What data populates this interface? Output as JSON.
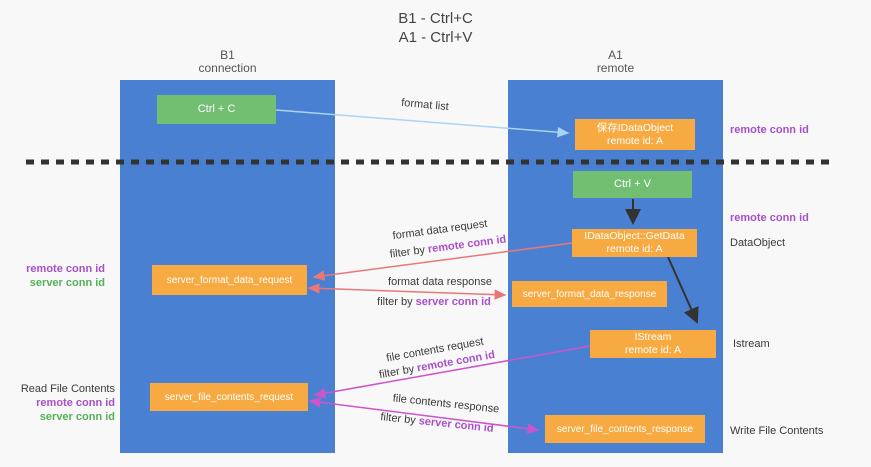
{
  "title": {
    "line1": "B1 - Ctrl+C",
    "line2": "A1 - Ctrl+V"
  },
  "lanes": {
    "left": {
      "title": "B1",
      "subtitle": "connection"
    },
    "right": {
      "title": "A1",
      "subtitle": "remote"
    }
  },
  "nodes": {
    "ctrl_c": "Ctrl + C",
    "ctrl_v": "Ctrl + V",
    "save_idataobject": {
      "line1": "保存IDataObject",
      "line2": "remote id: A"
    },
    "getdata": {
      "line1": "IDataObject::GetData",
      "line2": "remote id: A"
    },
    "istream": {
      "line1": "IStream",
      "line2": "remote id: A"
    },
    "server_format_data_request": "server_format_data_request",
    "server_format_data_response": "server_format_data_response",
    "server_file_contents_request": "server_file_contents_request",
    "server_file_contents_response": "server_file_contents_response"
  },
  "edge_labels": {
    "format_list": "format list",
    "format_data_request": {
      "text": "format data request",
      "filter_prefix": "filter by ",
      "filter_key": "remote conn id"
    },
    "format_data_response": {
      "text": "format data response",
      "filter_prefix": "filter by ",
      "filter_key": "server conn id"
    },
    "file_contents_request": {
      "text": "file contents request",
      "filter_prefix": "filter by ",
      "filter_key": "remote conn id"
    },
    "file_contents_response": {
      "text": "file contents response",
      "filter_prefix": "filter by ",
      "filter_key": "server conn id"
    }
  },
  "side_labels": {
    "right": {
      "remote_conn_id_top": "remote conn id",
      "remote_conn_id_mid": "remote conn id",
      "dataobject": "DataObject",
      "istream": "Istream",
      "write_file_contents": "Write File Contents"
    },
    "left": {
      "remote_conn_id_1": "remote conn id",
      "server_conn_id_1": "server conn id",
      "read_file_contents": "Read File Contents",
      "remote_conn_id_2": "remote conn id",
      "server_conn_id_2": "server conn id"
    }
  },
  "colors": {
    "lane_blue": "#4a80d2",
    "node_orange": "#f7aa41",
    "node_green": "#72bf72",
    "arrow_blue": "#a9d4f2",
    "arrow_red": "#e87878",
    "arrow_magenta": "#cc55cc",
    "arrow_black": "#333333",
    "label_purple": "#a850c8",
    "label_green": "#53b158"
  }
}
